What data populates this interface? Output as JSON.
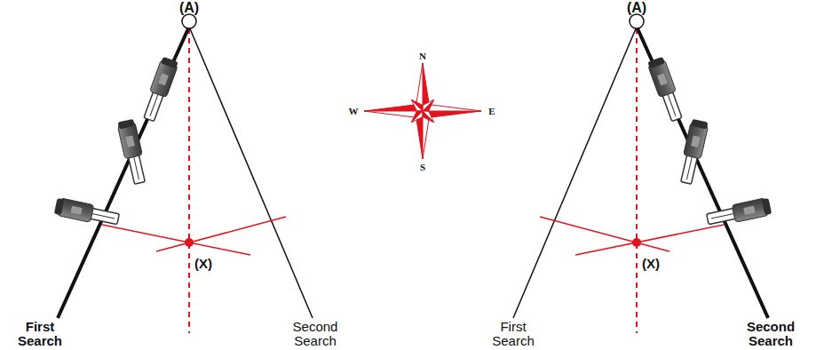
{
  "diagram": {
    "labels": [
      "(A)",
      "(A)",
      "N",
      "W",
      "E",
      "S",
      "(X)",
      "(X)",
      "First Search",
      "Second Search",
      "First Search",
      "Second Search"
    ]
  }
}
